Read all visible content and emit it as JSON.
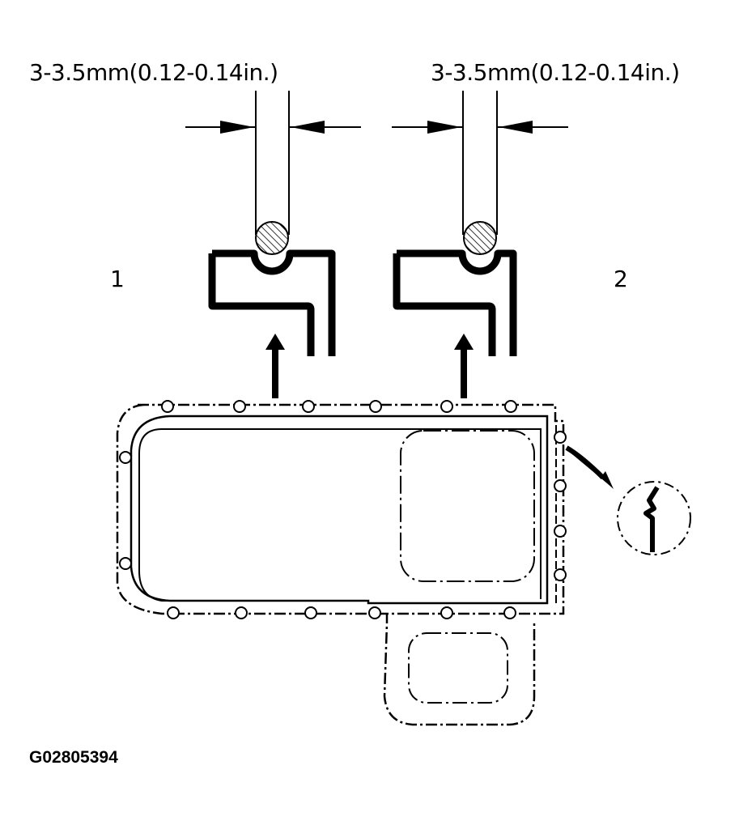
{
  "figure": {
    "dimension_left": "3-3.5mm(0.12-0.14in.)",
    "dimension_right": "3-3.5mm(0.12-0.14in.)",
    "callout_1": "1",
    "callout_2": "2",
    "figure_id": "G02805394"
  },
  "colors": {
    "ink": "#000000",
    "background": "#ffffff"
  }
}
